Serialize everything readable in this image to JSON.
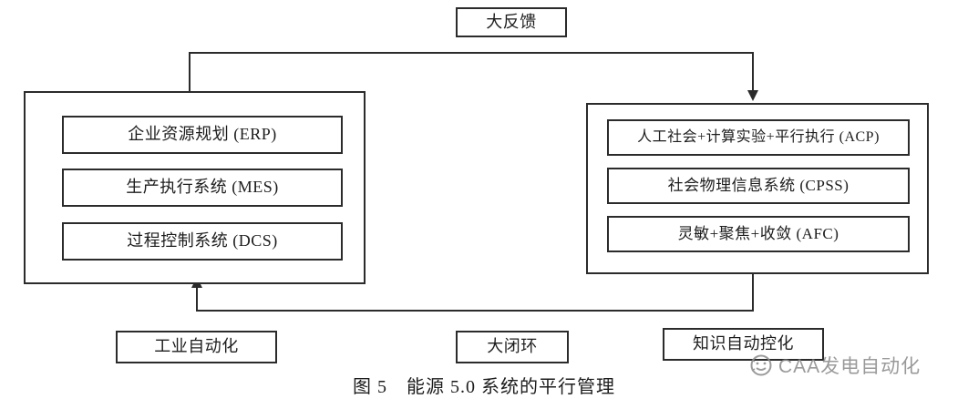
{
  "figure": {
    "caption": "图 5　能源 5.0 系统的平行管理",
    "top_feedback_label": "大反馈"
  },
  "left_panel": {
    "name": "工业自动化",
    "items": [
      {
        "label": "企业资源规划 (ERP)"
      },
      {
        "label": "生产执行系统 (MES)"
      },
      {
        "label": "过程控制系统 (DCS)"
      }
    ]
  },
  "right_panel": {
    "name": "知识自动控化",
    "items": [
      {
        "label": "人工社会+计算实验+平行执行 (ACP)"
      },
      {
        "label": "社会物理信息系统 (CPSS)"
      },
      {
        "label": "灵敏+聚焦+收敛 (AFC)"
      }
    ]
  },
  "bottom_labels": [
    {
      "label": "工业自动化"
    },
    {
      "label": "大闭环"
    },
    {
      "label": "知识自动控化"
    }
  ],
  "connectors": [
    {
      "name": "big-feedback-top",
      "from": "left-panel",
      "to": "right-panel",
      "arrow": "down"
    },
    {
      "name": "big-loop-bottom",
      "from": "right-panel",
      "to": "left-panel",
      "arrow": "up"
    }
  ],
  "watermark": {
    "text": "CAA发电自动化",
    "icon": "caa-logo-icon",
    "color": "#8d8d8d"
  },
  "colors": {
    "stroke": "#2b2b2b",
    "text": "#1d1d1d",
    "background": "#ffffff",
    "watermark": "#8d8d8d"
  }
}
